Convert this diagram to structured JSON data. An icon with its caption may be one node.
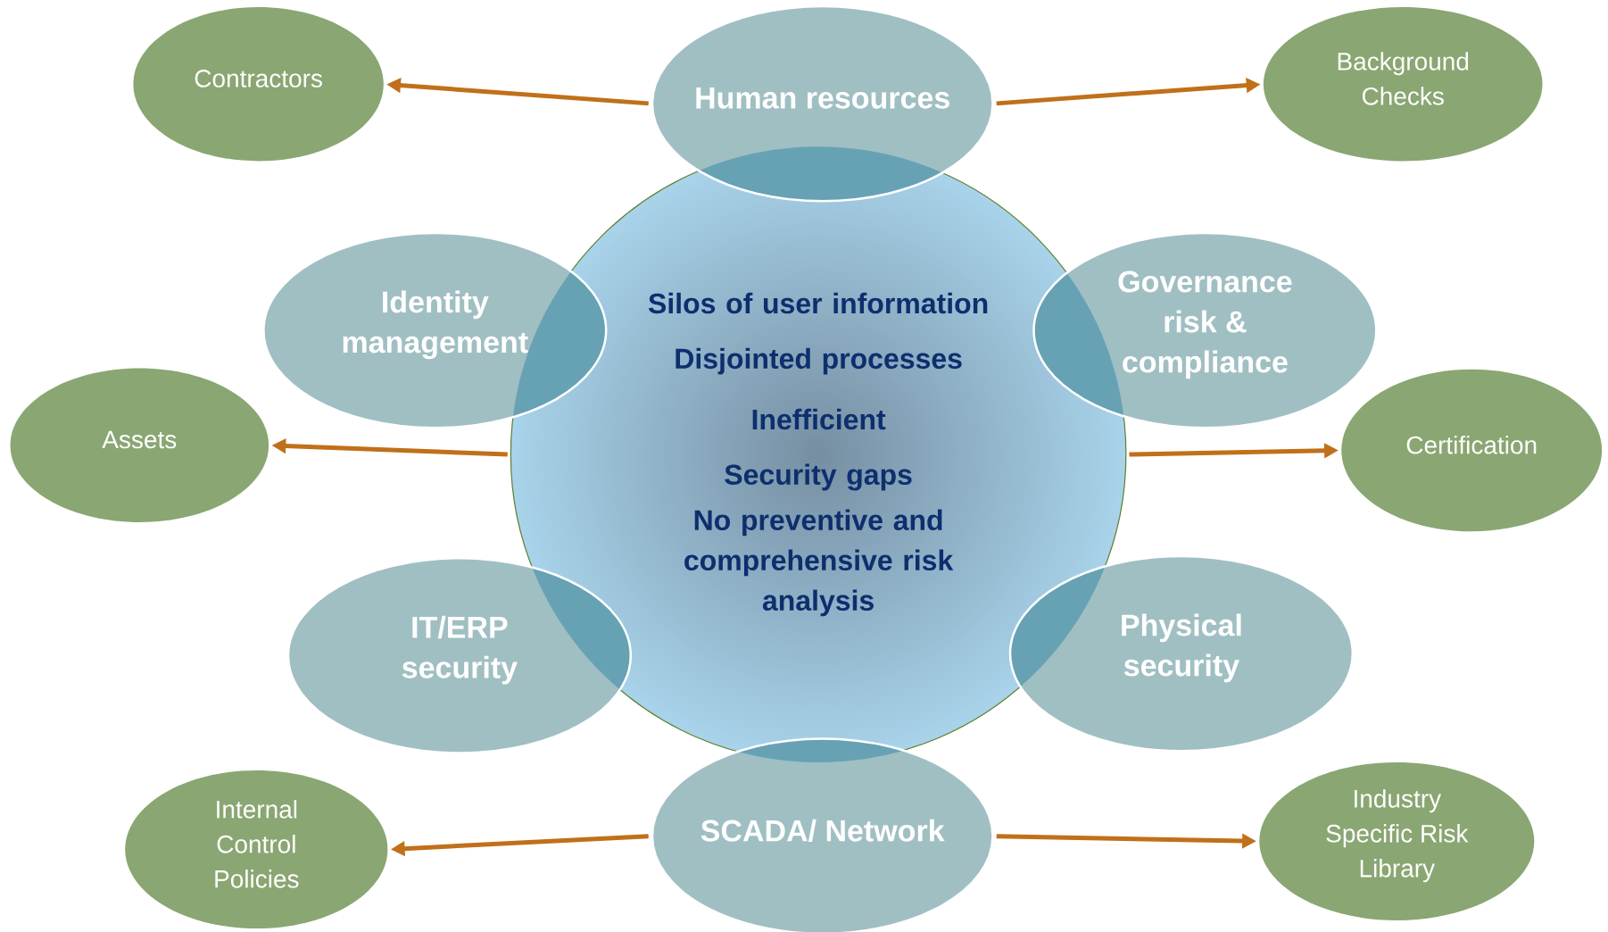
{
  "diagram": {
    "nodes": [
      {
        "text": [
          "Contractors"
        ]
      },
      {
        "text": [
          "Human resources"
        ]
      },
      {
        "text": [
          "Background Checks"
        ]
      },
      {
        "text": [
          "Silos of user information",
          "Disjointed processes",
          "Inefficient",
          "Security gaps",
          "No preventive and comprehensive risk analysis"
        ]
      },
      {
        "text": [
          "Identity management"
        ]
      },
      {
        "text": [
          "Governance risk & compliance"
        ]
      },
      {
        "text": [
          "Assets"
        ]
      },
      {
        "text": [
          "Certification"
        ]
      },
      {
        "text": [
          "IT/ERP security"
        ]
      },
      {
        "text": [
          "Physical security"
        ]
      },
      {
        "text": [
          "Internal Control Policies"
        ]
      },
      {
        "text": [
          "SCADA/ Network"
        ]
      },
      {
        "text": [
          "Industry Specific Risk Library"
        ]
      }
    ],
    "edges": [
      {
        "from": 1,
        "to": 0,
        "arrow": "to"
      },
      {
        "from": 1,
        "to": 2,
        "arrow": "to"
      },
      {
        "from": 3,
        "to": 6,
        "arrow": "to"
      },
      {
        "from": 3,
        "to": 7,
        "arrow": "to"
      },
      {
        "from": 11,
        "to": 10,
        "arrow": "to"
      },
      {
        "from": 11,
        "to": 12,
        "arrow": "to"
      }
    ]
  }
}
